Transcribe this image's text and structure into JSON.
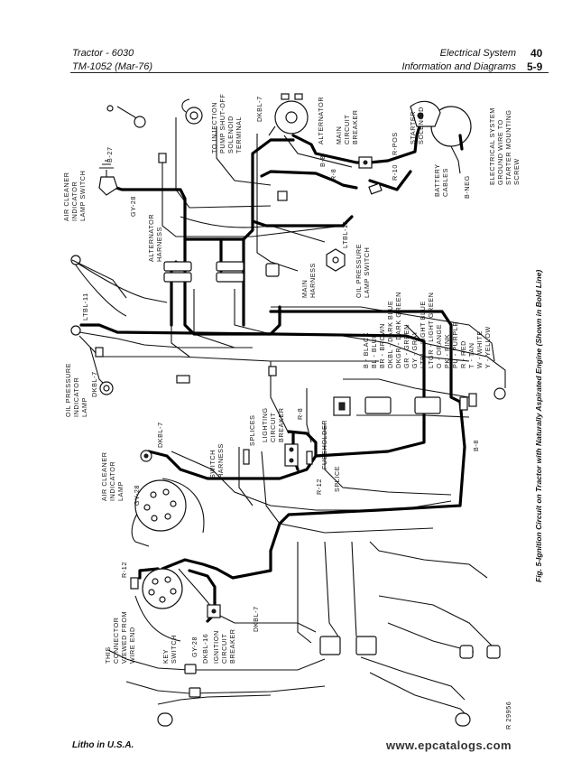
{
  "header": {
    "left_line1": "Tractor  -  6030",
    "left_line2": "TM-1052   (Mar-76)",
    "right_line1": "Electrical System",
    "right_line2": "Information and Diagrams",
    "page_line1": "40",
    "page_line2": "5-9"
  },
  "caption": "Fig. 5-Ignition Circuit on Tractor with Naturally Aspirated Engine (Shown in Bold Line)",
  "labels": {
    "injection": [
      "TO INJECTION",
      "PUMP SHUT-OFF",
      "SOLENOID",
      "TERMINAL"
    ],
    "dkbl7_top": "DKBL-7",
    "alternator": "ALTERNATOR",
    "main_breaker": [
      "MAIN",
      "CIRCUIT",
      "BREAKER"
    ],
    "starter_solenoid": [
      "STARTER",
      "SOLENOID"
    ],
    "electrical_system_ground": [
      "ELECTRICAL SYSTEM",
      "GROUND WIRE TO",
      "STARTER MOUNTING",
      "SCREW"
    ],
    "b27": "B-27",
    "air_cleaner_switch": [
      "AIR CLEANER",
      "INDICATOR",
      "LAMP SWITCH"
    ],
    "gy28_top": "GY-28",
    "b8_a": "B-8",
    "r8_a": "R-8",
    "r_pos": "R-POS",
    "r10": "R-10",
    "battery_cables": [
      "BATTERY",
      "CABLES"
    ],
    "b_neg": "B-NEG",
    "alternator_harness": [
      "ALTERNATOR",
      "HARNESS"
    ],
    "ltbl11_a": "LTBL-11",
    "main_harness": [
      "MAIN",
      "HARNESS"
    ],
    "oil_pressure_switch": [
      "OIL PRESSURE",
      "LAMP SWITCH"
    ],
    "ltbl11_b": "LTBL-11",
    "dkbl7_b": "DKBL-7",
    "oil_pressure_lamp": [
      "OIL PRESSURE",
      "INDICATOR",
      "LAMP"
    ],
    "r8_b": "R-8",
    "fuseholder": "FUSEHOLDER",
    "dkbl7_c": "DKBL-7",
    "splices_a": "SPLICES",
    "lighting_breaker": [
      "LIGHTING",
      "CIRCUIT",
      "BREAKER"
    ],
    "switch_harness": [
      "SWITCH",
      "HARNESS"
    ],
    "air_cleaner_lamp": [
      "AIR CLEANER",
      "INDICATOR",
      "LAMP"
    ],
    "gy28_b": "GY-28",
    "r12_a": "R-12",
    "splice_b": "SPLICE",
    "b8_b": "B-8",
    "r12_b": "R-12",
    "connector_view": [
      "THIS",
      "CONNECTOR",
      "VIEWED FROM",
      "WIRE END"
    ],
    "key_switch": [
      "KEY",
      "SWITCH"
    ],
    "gy28_c": "GY-28",
    "dkbl16": "DKBL-16",
    "ignition_breaker": [
      "IGNITION",
      "CIRCUIT",
      "BREAKER"
    ],
    "dkbl7_d": "DKBL-7",
    "ref_number": "R 29956"
  },
  "legend": [
    "B     -  BLACK",
    "BL    -  BLUE",
    "BR    -  BROWN",
    "DKBL  -  DARK BLUE",
    "DKGR  -  DARK GREEN",
    "GR    -  GREEN",
    "GY    -  GRAY",
    "LTBL  -  LIGHT BLUE",
    "LTGR  -  LIGHT GREEN",
    "O     -  ORANGE",
    "PK    -  PINK",
    "PU    -  PURPLE",
    "R     -  RED",
    "T     -  TAN",
    "W     -  WHITE",
    "Y     -  YELLOW"
  ],
  "footer": {
    "litho": "Litho in U.S.A.",
    "watermark": "www.epcatalogs.com"
  }
}
